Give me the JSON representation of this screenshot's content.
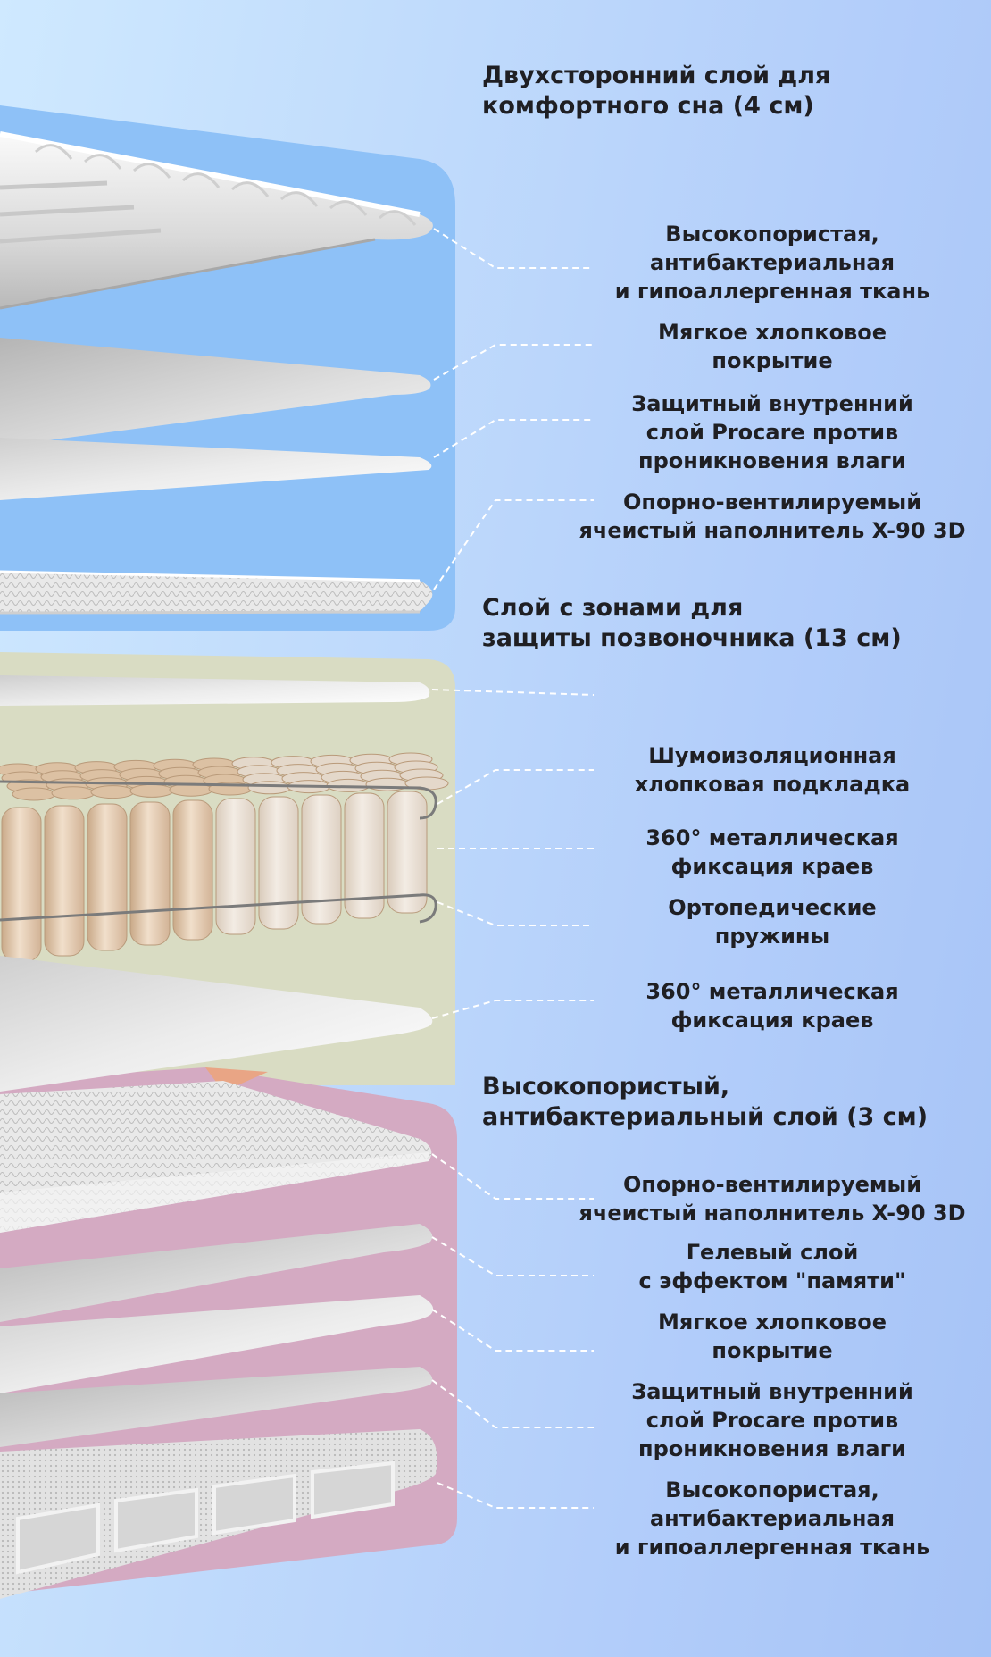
{
  "sections": [
    {
      "id": "top",
      "title": "Двухсторонний слой для\nкомфортного сна (4 см)",
      "panel_color": "#8ec1f7",
      "items": [
        "Высокопористая,\nантибактериальная\nи гипоаллергенная ткань",
        "Мягкое хлопковое\nпокрытие",
        "Защитный внутренний\nслой Procare против\nпроникновения влаги",
        "Опорно-вентилируемый\nячеистый наполнитель X-90 3D"
      ]
    },
    {
      "id": "middle",
      "title": "Слой с зонами для\nзащиты позвоночника (13 см)",
      "panel_color": "#d9dcc3",
      "items": [
        "Шумоизоляционная\nхлопковая подкладка",
        "360° металлическая\nфиксация краев",
        "Ортопедические\nпружины",
        "360° металлическая\nфиксация краев"
      ]
    },
    {
      "id": "bottom",
      "title": "Высокопористый,\nантибактериальный слой (3 см)",
      "panel_color": "#d4aac2",
      "items": [
        "Опорно-вентилируемый\nячеистый наполнитель X-90 3D",
        "Гелевый слой\nс эффектом \"памяти\"",
        "Мягкое хлопковое\nпокрытие",
        "Защитный внутренний\nслой Procare против\nпроникновения влаги",
        "Высокопористая,\nантибактериальная\nи гипоаллергенная ткань"
      ]
    }
  ],
  "colors": {
    "text": "#1f1f23",
    "leader_line": "#ffffff",
    "spring_fabric": "#e6cfb4",
    "spring_shadow": "#c9a988",
    "layer_white": "#eeeeee",
    "layer_grey": "#bcbcbc"
  }
}
